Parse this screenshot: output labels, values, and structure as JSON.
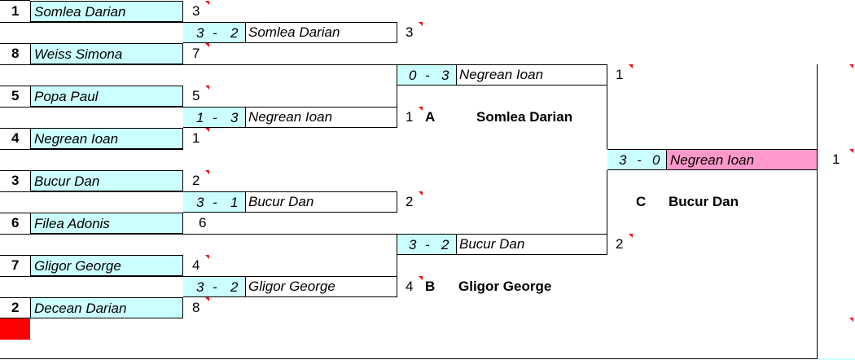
{
  "round1": [
    {
      "seed": "1",
      "name": "Somlea Darian",
      "score": "3"
    },
    {
      "seed": "8",
      "name": "Weiss Simona",
      "score": "7"
    },
    {
      "seed": "5",
      "name": "Popa Paul",
      "score": "5"
    },
    {
      "seed": "4",
      "name": "Negrean Ioan",
      "score": "1"
    },
    {
      "seed": "3",
      "name": "Bucur Dan",
      "score": "2"
    },
    {
      "seed": "6",
      "name": "Filea Adonis",
      "score": "6"
    },
    {
      "seed": "7",
      "name": "Gligor George",
      "score": "4"
    },
    {
      "seed": "2",
      "name": "Decean Darian",
      "score": "8"
    }
  ],
  "round2": [
    {
      "a": "3",
      "sep": "-",
      "b": "2",
      "winner": "Somlea Darian",
      "num": "3"
    },
    {
      "a": "1",
      "sep": "-",
      "b": "3",
      "winner": "Negrean Ioan",
      "num": "1"
    },
    {
      "a": "3",
      "sep": "-",
      "b": "1",
      "winner": "Bucur Dan",
      "num": "2"
    },
    {
      "a": "3",
      "sep": "-",
      "b": "2",
      "winner": "Gligor George",
      "num": "4"
    }
  ],
  "round3": [
    {
      "a": "0",
      "sep": "-",
      "b": "3",
      "winner": "Negrean Ioan",
      "num": "1"
    },
    {
      "a": "3",
      "sep": "-",
      "b": "2",
      "winner": "Bucur Dan",
      "num": "2"
    }
  ],
  "final": {
    "a": "3",
    "sep": "-",
    "b": "0",
    "winner": "Negrean Ioan",
    "num": "1"
  },
  "labels": {
    "a_letter": "A",
    "a_name": "Somlea Darian",
    "b_letter": "B",
    "b_name": "Gligor George",
    "c_letter": "C",
    "c_name": "Bucur Dan"
  },
  "colors": {
    "cell": "#ccffff",
    "final_cell": "#ff99cc",
    "marker": "#ff0000"
  }
}
